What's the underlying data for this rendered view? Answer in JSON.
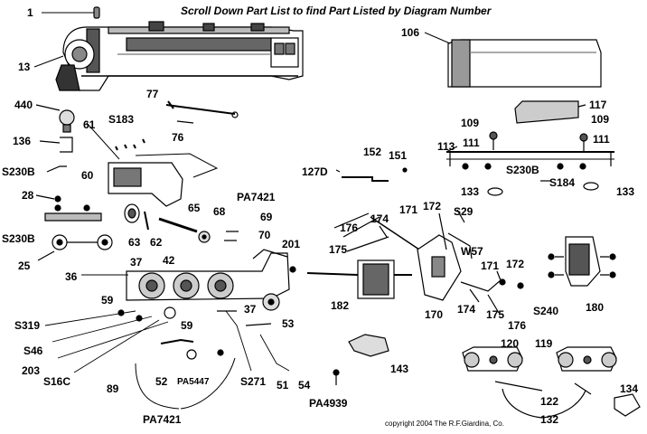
{
  "header": {
    "title": "Scroll Down Part List to find Part Listed by Diagram Number"
  },
  "footer": {
    "copyright": "copyright 2004 The R.F.Giardina, Co."
  },
  "callouts": {
    "p1": "1",
    "p13": "13",
    "p440": "440",
    "p136": "136",
    "pS230B_a": "S230B",
    "p28": "28",
    "p60": "60",
    "p61": "61",
    "pS183": "S183",
    "p77": "77",
    "p76": "76",
    "pS230B_b": "S230B",
    "p25": "25",
    "p36": "36",
    "p37a": "37",
    "p42": "42",
    "p63": "63",
    "p62": "62",
    "p65": "65",
    "p68": "68",
    "pPA7421_a": "PA7421",
    "p69": "69",
    "p70": "70",
    "p201": "201",
    "p37b": "37",
    "p53": "53",
    "p59a": "59",
    "p59b": "59",
    "pS319": "S319",
    "pS46": "S46",
    "p203": "203",
    "pS16C": "S16C",
    "p89": "89",
    "p52": "52",
    "pPA5447": "PA5447",
    "pS271": "S271",
    "p51": "51",
    "p54": "54",
    "pPA7421_b": "PA7421",
    "p106": "106",
    "p117": "117",
    "p109a": "109",
    "p109b": "109",
    "p111a": "111",
    "p111b": "111",
    "p113": "113",
    "pS230B_c": "S230B",
    "pS184": "S184",
    "p133a": "133",
    "p133b": "133",
    "p152": "152",
    "p151": "151",
    "p127D": "127D",
    "p174a": "174",
    "p171a": "171",
    "p172a": "172",
    "pS29": "S29",
    "p176a": "176",
    "p175a": "175",
    "pW57": "W57",
    "p171b": "171",
    "p172b": "172",
    "p182": "182",
    "p170": "170",
    "p174b": "174",
    "p175b": "175",
    "p176b": "176",
    "pS240": "S240",
    "p180": "180",
    "p143": "143",
    "pPA4939": "PA4939",
    "p120": "120",
    "p119": "119",
    "p122": "122",
    "p132": "132",
    "p134": "134"
  }
}
